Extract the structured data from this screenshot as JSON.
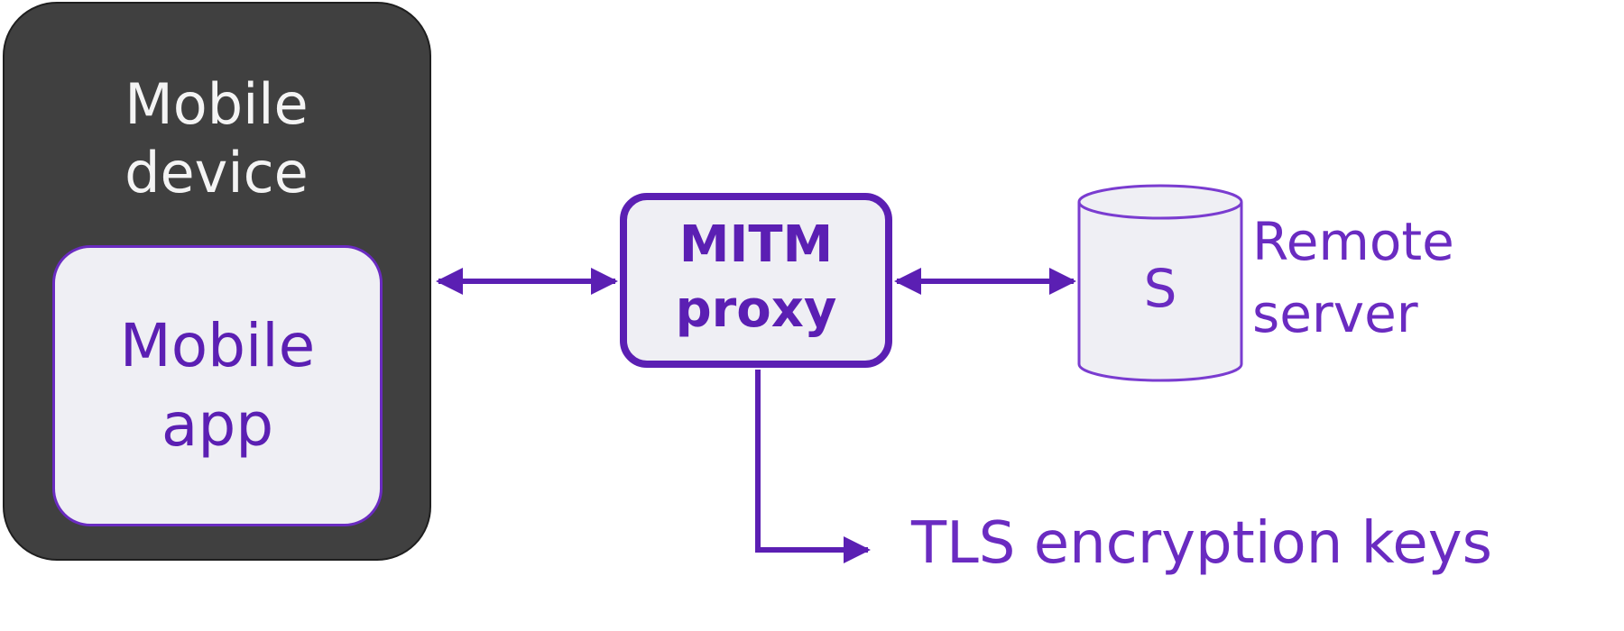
{
  "diagram": {
    "device": {
      "label_line1": "Mobile",
      "label_line2": "device",
      "app": {
        "label_line1": "Mobile",
        "label_line2": "app"
      }
    },
    "proxy": {
      "label_line1": "MITM",
      "label_line2": "proxy"
    },
    "server": {
      "letter": "S",
      "label_line1": "Remote",
      "label_line2": "server"
    },
    "keys_label": "TLS encryption keys",
    "edges": [
      {
        "from": "device",
        "to": "proxy",
        "direction": "both"
      },
      {
        "from": "proxy",
        "to": "server",
        "direction": "both"
      },
      {
        "from": "proxy",
        "to": "keys",
        "direction": "forward"
      }
    ],
    "colors": {
      "purple": "#5b1fb3",
      "device_fill": "#404040",
      "node_fill": "#efeff4",
      "device_text": "#f4f4f4"
    }
  }
}
